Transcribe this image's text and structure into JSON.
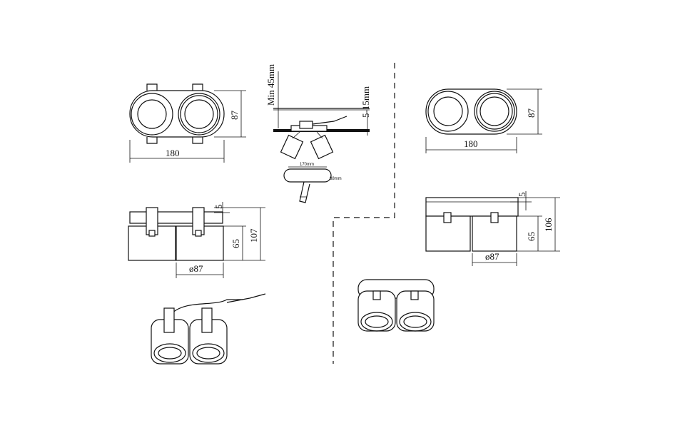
{
  "diagram": {
    "recessed": {
      "width_label": "180",
      "height_label": "87",
      "install_depth_label": "Min 45mm",
      "ceiling_thickness_label": "5-15mm",
      "cutout_label": "170mm",
      "cutout_side_label": "88mm",
      "side_top_label": "5",
      "side_total_label": "107",
      "side_body_label": "65",
      "side_diameter_label": "ø87"
    },
    "surface": {
      "width_label": "180",
      "height_label": "87",
      "side_top_label": "5",
      "side_total_label": "106",
      "side_body_label": "65",
      "side_diameter_label": "ø87"
    }
  }
}
